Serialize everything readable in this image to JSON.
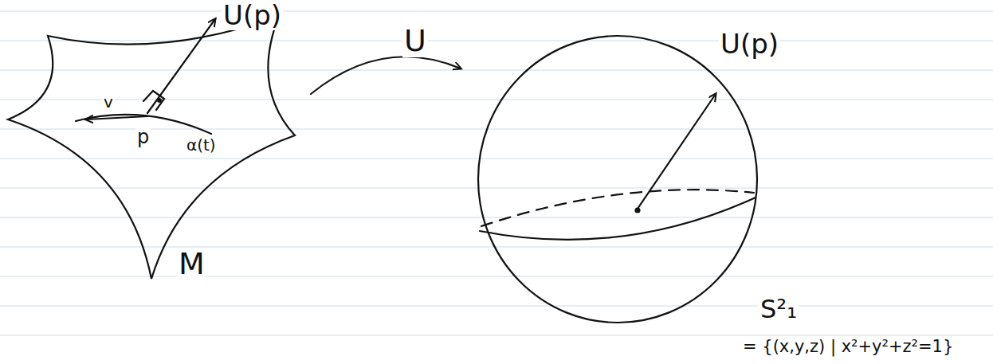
{
  "diagram": {
    "labels": [
      "U(p)",
      "v",
      "p",
      "α(t)",
      "M",
      "U",
      "U(p)",
      "S²₁",
      "= {(x,y,z) | x²+y²+z²=1}"
    ]
  }
}
